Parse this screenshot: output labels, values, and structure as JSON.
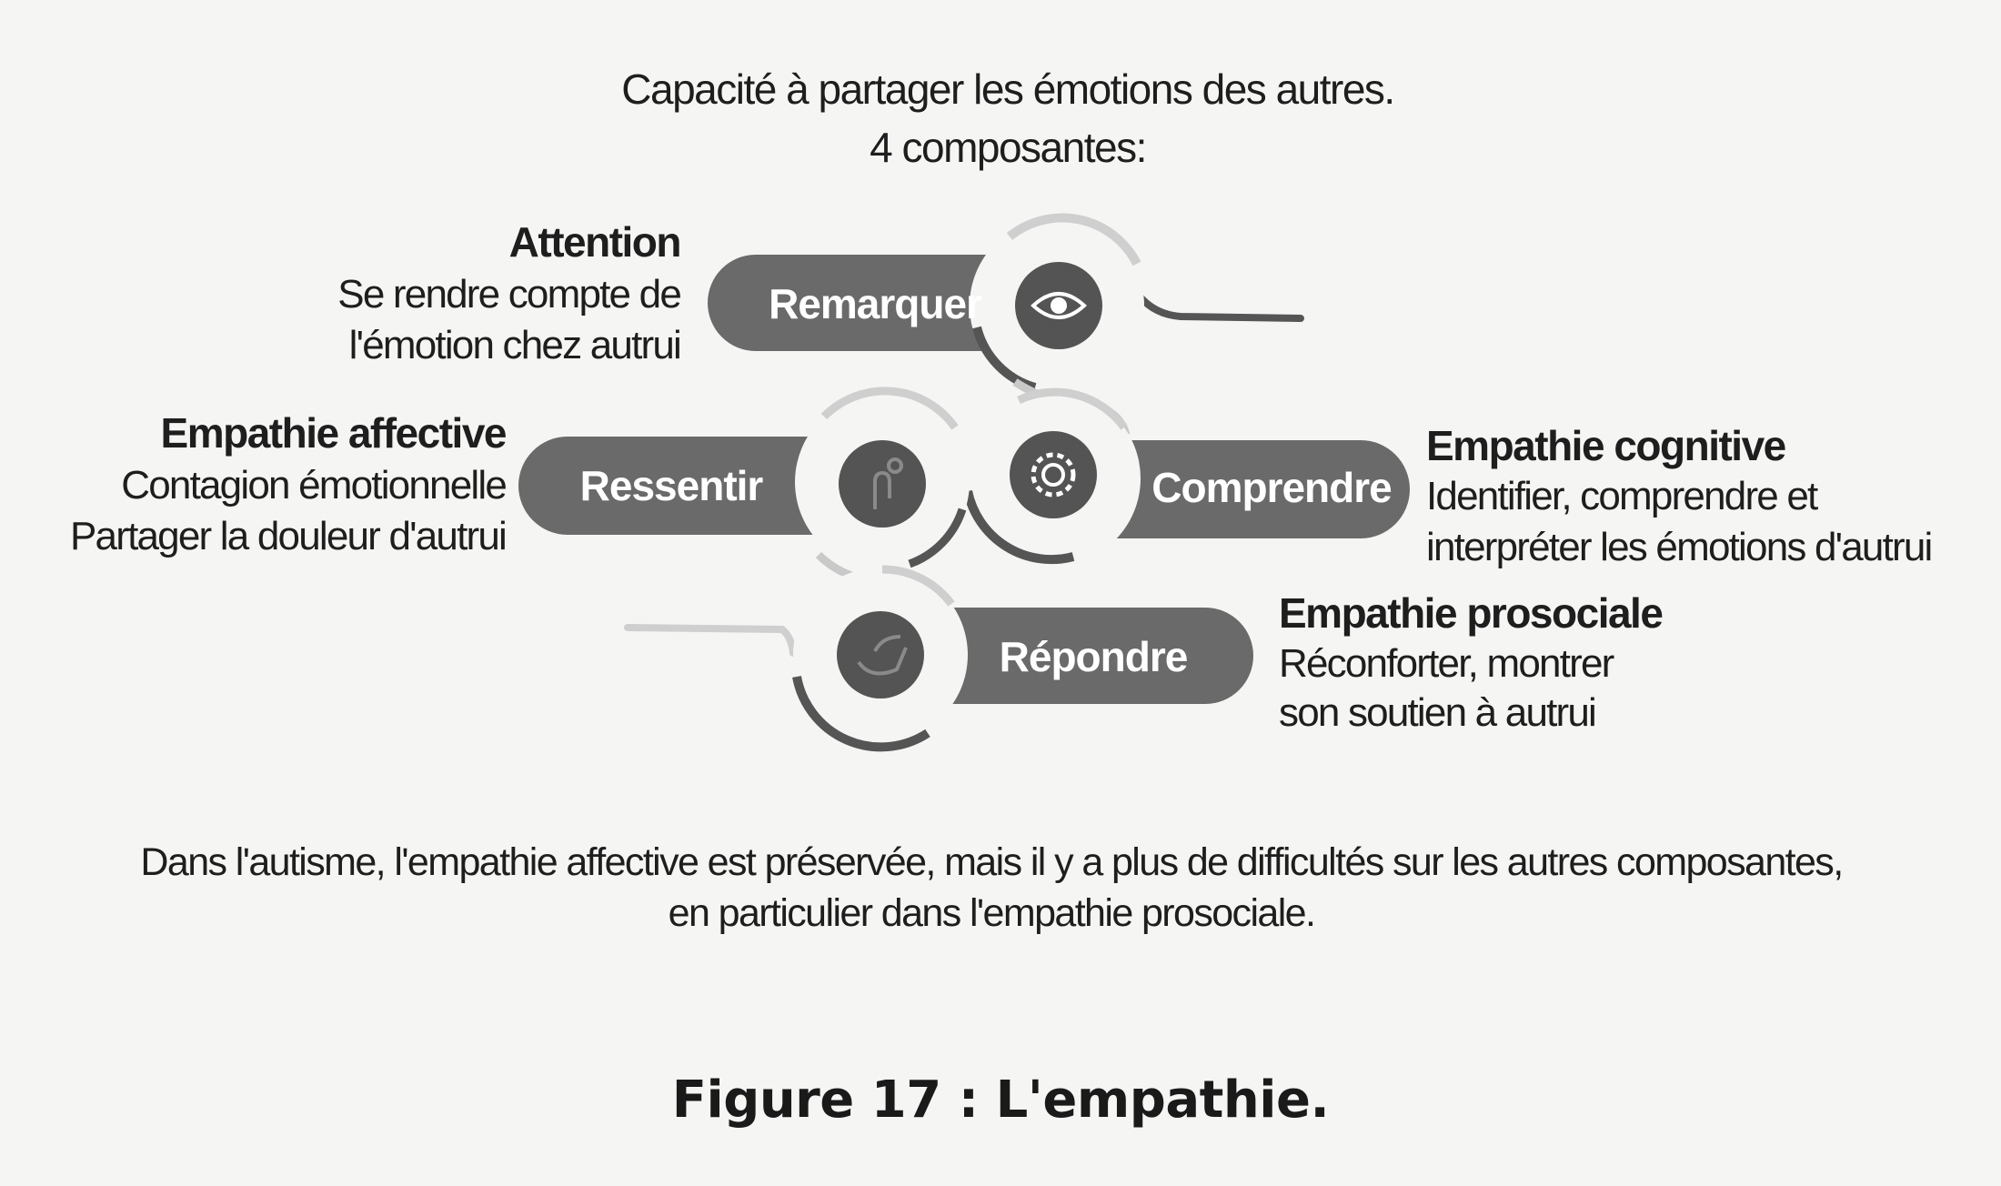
{
  "intro": {
    "line1": "Capacité à partager les émotions des autres.",
    "line2": "4 composantes:"
  },
  "colors": {
    "pill": "#6a6a6a",
    "pill_text": "#ffffff",
    "icon_disc": "#545454",
    "ring": "#ffffff",
    "connector_dark": "#555555",
    "connector_light": "#c9c9c9"
  },
  "components": [
    {
      "label": "Remarquer",
      "title": "Attention",
      "desc1": "Se rendre compte de",
      "desc2": "l'émotion chez autrui",
      "icon": "eye-icon"
    },
    {
      "label": "Ressentir",
      "title": "Empathie affective",
      "desc1": "Contagion émotionnelle",
      "desc2": "Partager la douleur d'autrui",
      "icon": "hand-icon"
    },
    {
      "label": "Comprendre",
      "title": "Empathie cognitive",
      "desc1": "Identifier, comprendre et",
      "desc2": "interpréter les émotions d'autrui",
      "icon": "gear-icon"
    },
    {
      "label": "Répondre",
      "title": "Empathie prosociale",
      "desc1": "Réconforter, montrer",
      "desc2": "son soutien à autrui",
      "icon": "helping-hand-icon"
    }
  ],
  "note": {
    "line1": "Dans l'autisme, l'empathie affective est préservée, mais il y a plus de difficultés sur les autres composantes,",
    "line2": "en particulier dans l'empathie prosociale."
  },
  "caption": "Figure 17 : L'empathie."
}
